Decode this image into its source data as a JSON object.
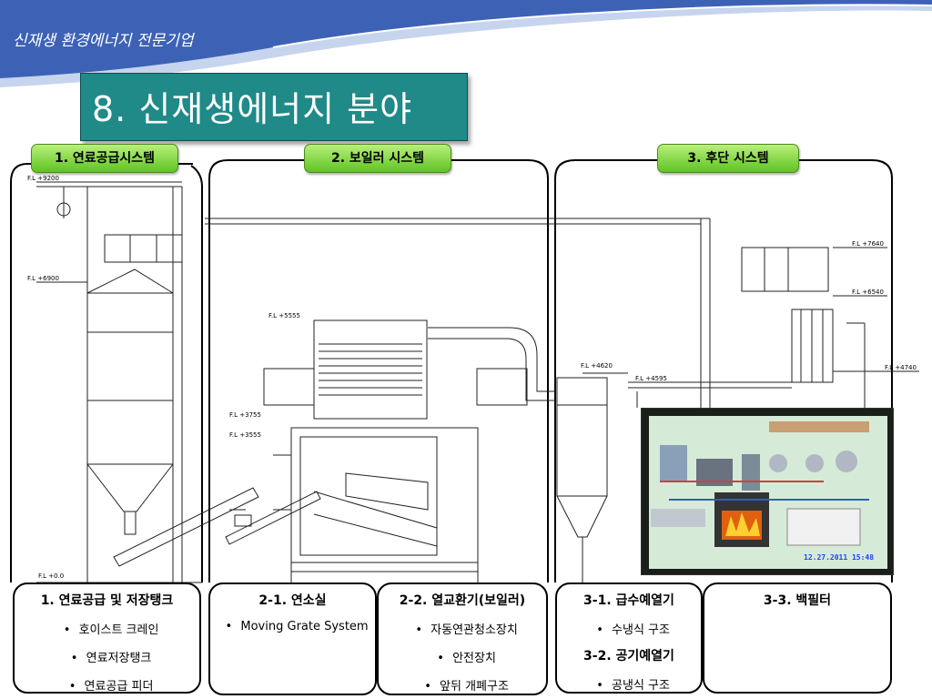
{
  "header": {
    "company": "신재생 환경에너지 전문기업",
    "title": "8. 신재생에너지 분야"
  },
  "sections": {
    "fuel": "1. 연료공급시스템",
    "boiler": "2. 보일러 시스템",
    "back": "3. 후단 시스템"
  },
  "drawing_labels": {
    "fl_9200": "F.L +9200",
    "fl_6900": "F.L +6900",
    "fl_0": "F.L +0.0",
    "fl_5555": "F.L +5555",
    "fl_3755": "F.L +3755",
    "fl_3555": "F.L +3555",
    "fl_4620": "F.L +4620",
    "fl_4595": "F.L +4595",
    "fl_7640": "F.L +7640",
    "fl_6540": "F.L +6540",
    "fl_4740": "F.L +4740"
  },
  "photo": {
    "timestamp": "12.27.2011 15:48"
  },
  "panels": {
    "p1": {
      "title": "1. 연료공급 및 저장탱크",
      "items": [
        "호이스트 크레인",
        "연료저장탱크",
        "연료공급 피더"
      ]
    },
    "p2": {
      "title": "2-1. 연소실",
      "items": [
        "Moving Grate System"
      ]
    },
    "p3": {
      "title": "2-2. 열교환기(보일러)",
      "items": [
        "자동연관청소장치",
        "안전장치",
        "앞뒤 개폐구조"
      ]
    },
    "p4": {
      "title": "3-1. 급수예열기",
      "item1": "수냉식 구조",
      "title2": "3-2. 공기예열기",
      "item2": "공냉식 구조"
    },
    "p5": {
      "title": "3-3. 백필터"
    }
  },
  "bullet": "•",
  "colors": {
    "header_blue": "#3d62b5",
    "title_teal": "#1f8a88",
    "tab_green": "#7ed43c"
  }
}
